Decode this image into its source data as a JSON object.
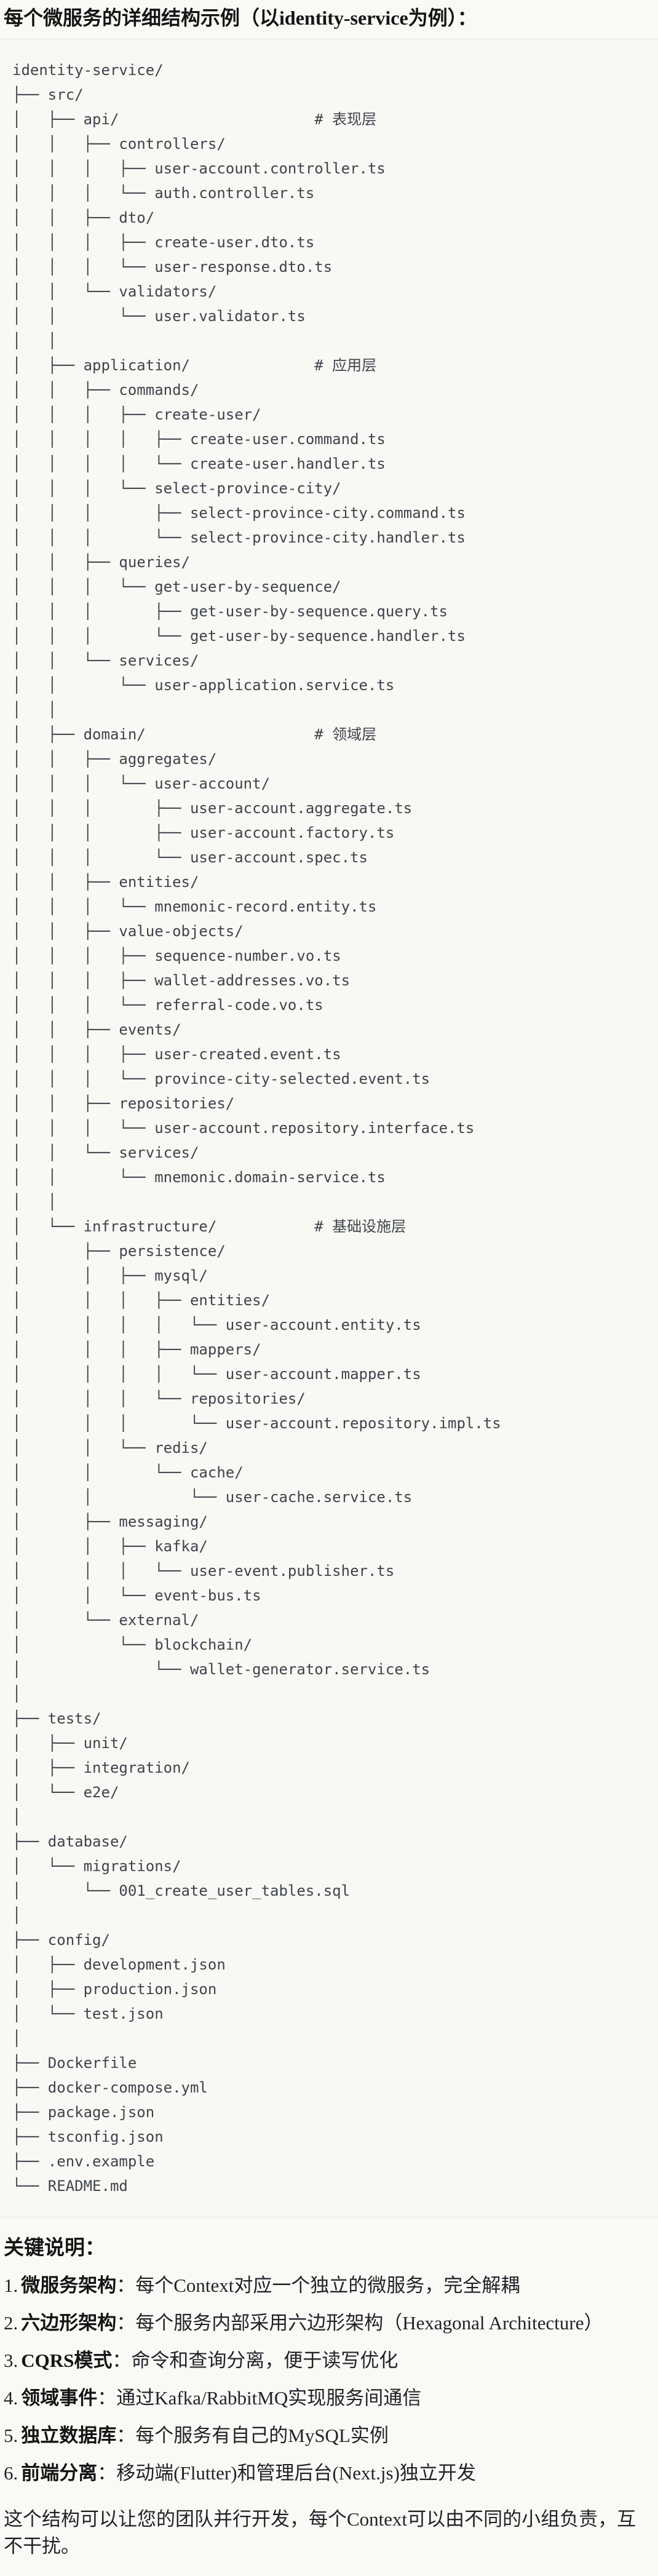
{
  "page": {
    "title": "每个微服务的详细结构示例（以identity-service为例）：",
    "colors": {
      "page_bg": "#FAF9F5",
      "code_bg": "#F9F8F4",
      "border": "#E6E4DC",
      "tree_text": "#3E444C",
      "body_text": "#1F2328"
    }
  },
  "tree": {
    "layer_comments": [
      "# 表现层",
      "# 应用层",
      "# 领域层",
      "# 基础设施层"
    ],
    "lines": [
      "identity-service/",
      "├── src/",
      "│   ├── api/                      # 表现层",
      "│   │   ├── controllers/",
      "│   │   │   ├── user-account.controller.ts",
      "│   │   │   └── auth.controller.ts",
      "│   │   ├── dto/",
      "│   │   │   ├── create-user.dto.ts",
      "│   │   │   └── user-response.dto.ts",
      "│   │   └── validators/",
      "│   │       └── user.validator.ts",
      "│   │",
      "│   ├── application/              # 应用层",
      "│   │   ├── commands/",
      "│   │   │   ├── create-user/",
      "│   │   │   │   ├── create-user.command.ts",
      "│   │   │   │   └── create-user.handler.ts",
      "│   │   │   └── select-province-city/",
      "│   │   │       ├── select-province-city.command.ts",
      "│   │   │       └── select-province-city.handler.ts",
      "│   │   ├── queries/",
      "│   │   │   └── get-user-by-sequence/",
      "│   │   │       ├── get-user-by-sequence.query.ts",
      "│   │   │       └── get-user-by-sequence.handler.ts",
      "│   │   └── services/",
      "│   │       └── user-application.service.ts",
      "│   │",
      "│   ├── domain/                   # 领域层",
      "│   │   ├── aggregates/",
      "│   │   │   └── user-account/",
      "│   │   │       ├── user-account.aggregate.ts",
      "│   │   │       ├── user-account.factory.ts",
      "│   │   │       └── user-account.spec.ts",
      "│   │   ├── entities/",
      "│   │   │   └── mnemonic-record.entity.ts",
      "│   │   ├── value-objects/",
      "│   │   │   ├── sequence-number.vo.ts",
      "│   │   │   ├── wallet-addresses.vo.ts",
      "│   │   │   └── referral-code.vo.ts",
      "│   │   ├── events/",
      "│   │   │   ├── user-created.event.ts",
      "│   │   │   └── province-city-selected.event.ts",
      "│   │   ├── repositories/",
      "│   │   │   └── user-account.repository.interface.ts",
      "│   │   └── services/",
      "│   │       └── mnemonic.domain-service.ts",
      "│   │",
      "│   └── infrastructure/           # 基础设施层",
      "│       ├── persistence/",
      "│       │   ├── mysql/",
      "│       │   │   ├── entities/",
      "│       │   │   │   └── user-account.entity.ts",
      "│       │   │   ├── mappers/",
      "│       │   │   │   └── user-account.mapper.ts",
      "│       │   │   └── repositories/",
      "│       │   │       └── user-account.repository.impl.ts",
      "│       │   └── redis/",
      "│       │       └── cache/",
      "│       │           └── user-cache.service.ts",
      "│       ├── messaging/",
      "│       │   ├── kafka/",
      "│       │   │   └── user-event.publisher.ts",
      "│       │   └── event-bus.ts",
      "│       └── external/",
      "│           └── blockchain/",
      "│               └── wallet-generator.service.ts",
      "│",
      "├── tests/",
      "│   ├── unit/",
      "│   ├── integration/",
      "│   └── e2e/",
      "│",
      "├── database/",
      "│   └── migrations/",
      "│       └── 001_create_user_tables.sql",
      "│",
      "├── config/",
      "│   ├── development.json",
      "│   ├── production.json",
      "│   └── test.json",
      "│",
      "├── Dockerfile",
      "├── docker-compose.yml",
      "├── package.json",
      "├── tsconfig.json",
      "├── .env.example",
      "└── README.md"
    ]
  },
  "notes": {
    "heading": "关键说明：",
    "items": [
      {
        "num": "1.",
        "label": "微服务架构",
        "text": "：每个Context对应一个独立的微服务，完全解耦"
      },
      {
        "num": "2.",
        "label": "六边形架构",
        "text": "：每个服务内部采用六边形架构（Hexagonal Architecture）"
      },
      {
        "num": "3.",
        "label": "CQRS模式",
        "text": "：命令和查询分离，便于读写优化"
      },
      {
        "num": "4.",
        "label": "领域事件",
        "text": "：通过Kafka/RabbitMQ实现服务间通信"
      },
      {
        "num": "5.",
        "label": "独立数据库",
        "text": "：每个服务有自己的MySQL实例"
      },
      {
        "num": "6.",
        "label": "前端分离",
        "text": "：移动端(Flutter)和管理后台(Next.js)独立开发"
      }
    ],
    "footer": "这个结构可以让您的团队并行开发，每个Context可以由不同的小组负责，互不干扰。"
  }
}
